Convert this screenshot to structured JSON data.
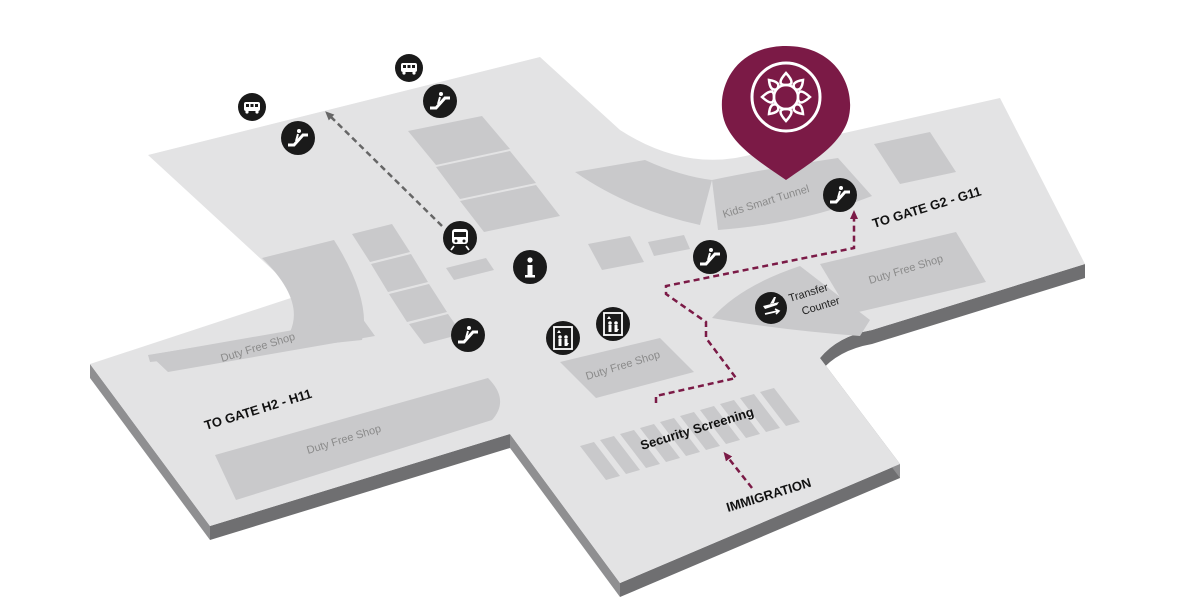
{
  "map": {
    "labels": {
      "gate_h": "TO GATE H2 - H11",
      "gate_g": "TO GATE G2 - G11",
      "security": "Security Screening",
      "immigration": "IMMIGRATION",
      "kids_tunnel": "Kids Smart Tunnel",
      "transfer_line1": "Transfer",
      "transfer_line2": "Counter",
      "duty_free_left": "Duty Free Shop",
      "duty_free_bottom": "Duty Free Shop",
      "duty_free_center": "Duty Free Shop",
      "duty_free_right": "Duty Free Shop"
    },
    "icons": [
      "bus-icon",
      "bus-icon",
      "escalator-icon",
      "escalator-icon",
      "escalator-icon",
      "escalator-icon",
      "escalator-icon",
      "train-icon",
      "information-icon",
      "elevator-icon",
      "elevator-icon",
      "transfer-counter-icon",
      "location-pin-icon"
    ],
    "colors": {
      "floor": "#e3e3e4",
      "floor_side": "#6f6f71",
      "shop": "#c9c9cb",
      "icon_bg": "#1a1a1a",
      "accent": "#7b1a46",
      "route_gray": "#666666"
    }
  }
}
